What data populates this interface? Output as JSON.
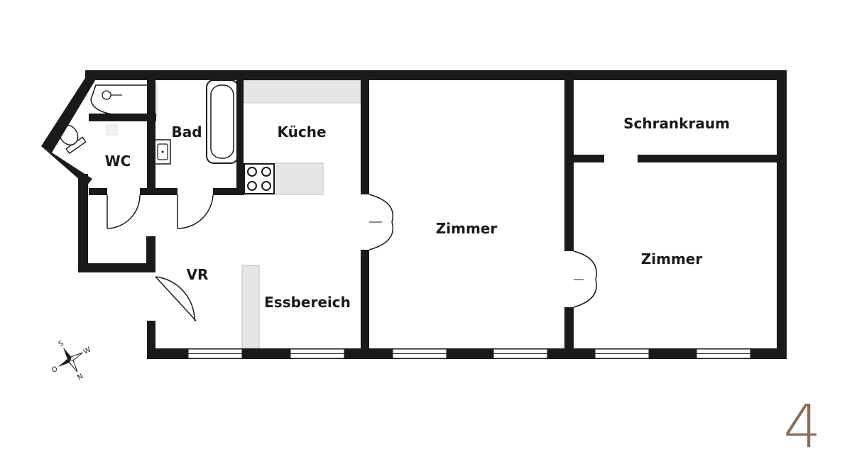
{
  "rooms": {
    "bad": "Bad",
    "wc": "WC",
    "kueche": "Küche",
    "vr": "VR",
    "essbereich": "Essbereich",
    "zimmer1": "Zimmer",
    "schrankraum": "Schrankraum",
    "zimmer2": "Zimmer"
  },
  "compass": {
    "n": "N",
    "o": "O",
    "s": "S",
    "w": "W"
  },
  "page_number": "4",
  "colors": {
    "wall": "#1a1a1a",
    "fixture": "#e6e6e6",
    "accent": "#8a6e57"
  }
}
